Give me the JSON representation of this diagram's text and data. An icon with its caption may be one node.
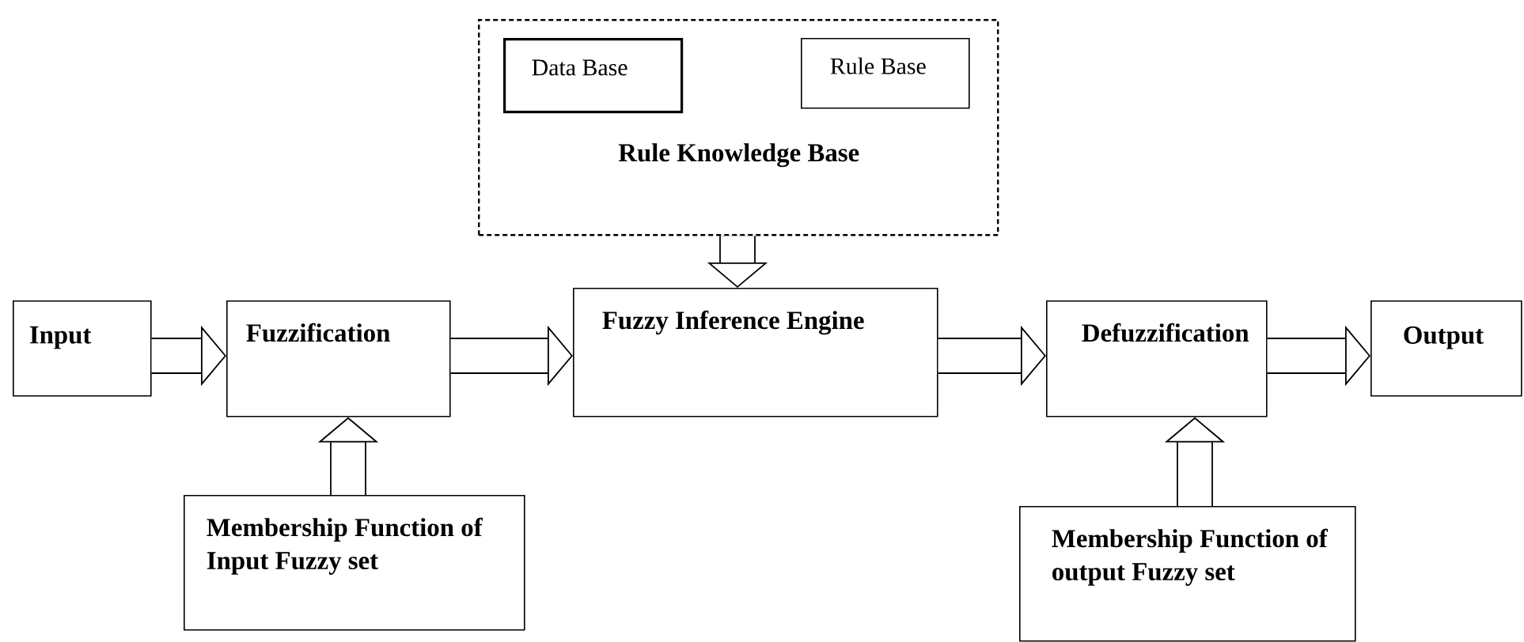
{
  "diagram": {
    "nodes": [
      {
        "text": [
          "Rule Knowledge Base"
        ]
      },
      {
        "text": [
          "Data Base"
        ],
        "in": 0
      },
      {
        "text": [
          "Rule Base"
        ],
        "in": 0
      },
      {
        "text": [
          "Input"
        ]
      },
      {
        "text": [
          "Fuzzification"
        ]
      },
      {
        "text": [
          "Fuzzy Inference Engine"
        ]
      },
      {
        "text": [
          "Defuzzification"
        ]
      },
      {
        "text": [
          "Output"
        ]
      },
      {
        "text": [
          "Membership Function of Input Fuzzy set"
        ]
      },
      {
        "text": [
          "Membership Function of output Fuzzy set"
        ]
      }
    ],
    "edges": [
      {
        "from": 0,
        "to": 5,
        "arrow": "to"
      },
      {
        "from": 3,
        "to": 4,
        "arrow": "to"
      },
      {
        "from": 4,
        "to": 5,
        "arrow": "to"
      },
      {
        "from": 5,
        "to": 6,
        "arrow": "to"
      },
      {
        "from": 6,
        "to": 7,
        "arrow": "to"
      },
      {
        "from": 8,
        "to": 4,
        "arrow": "to"
      },
      {
        "from": 9,
        "to": 6,
        "arrow": "to"
      }
    ]
  }
}
